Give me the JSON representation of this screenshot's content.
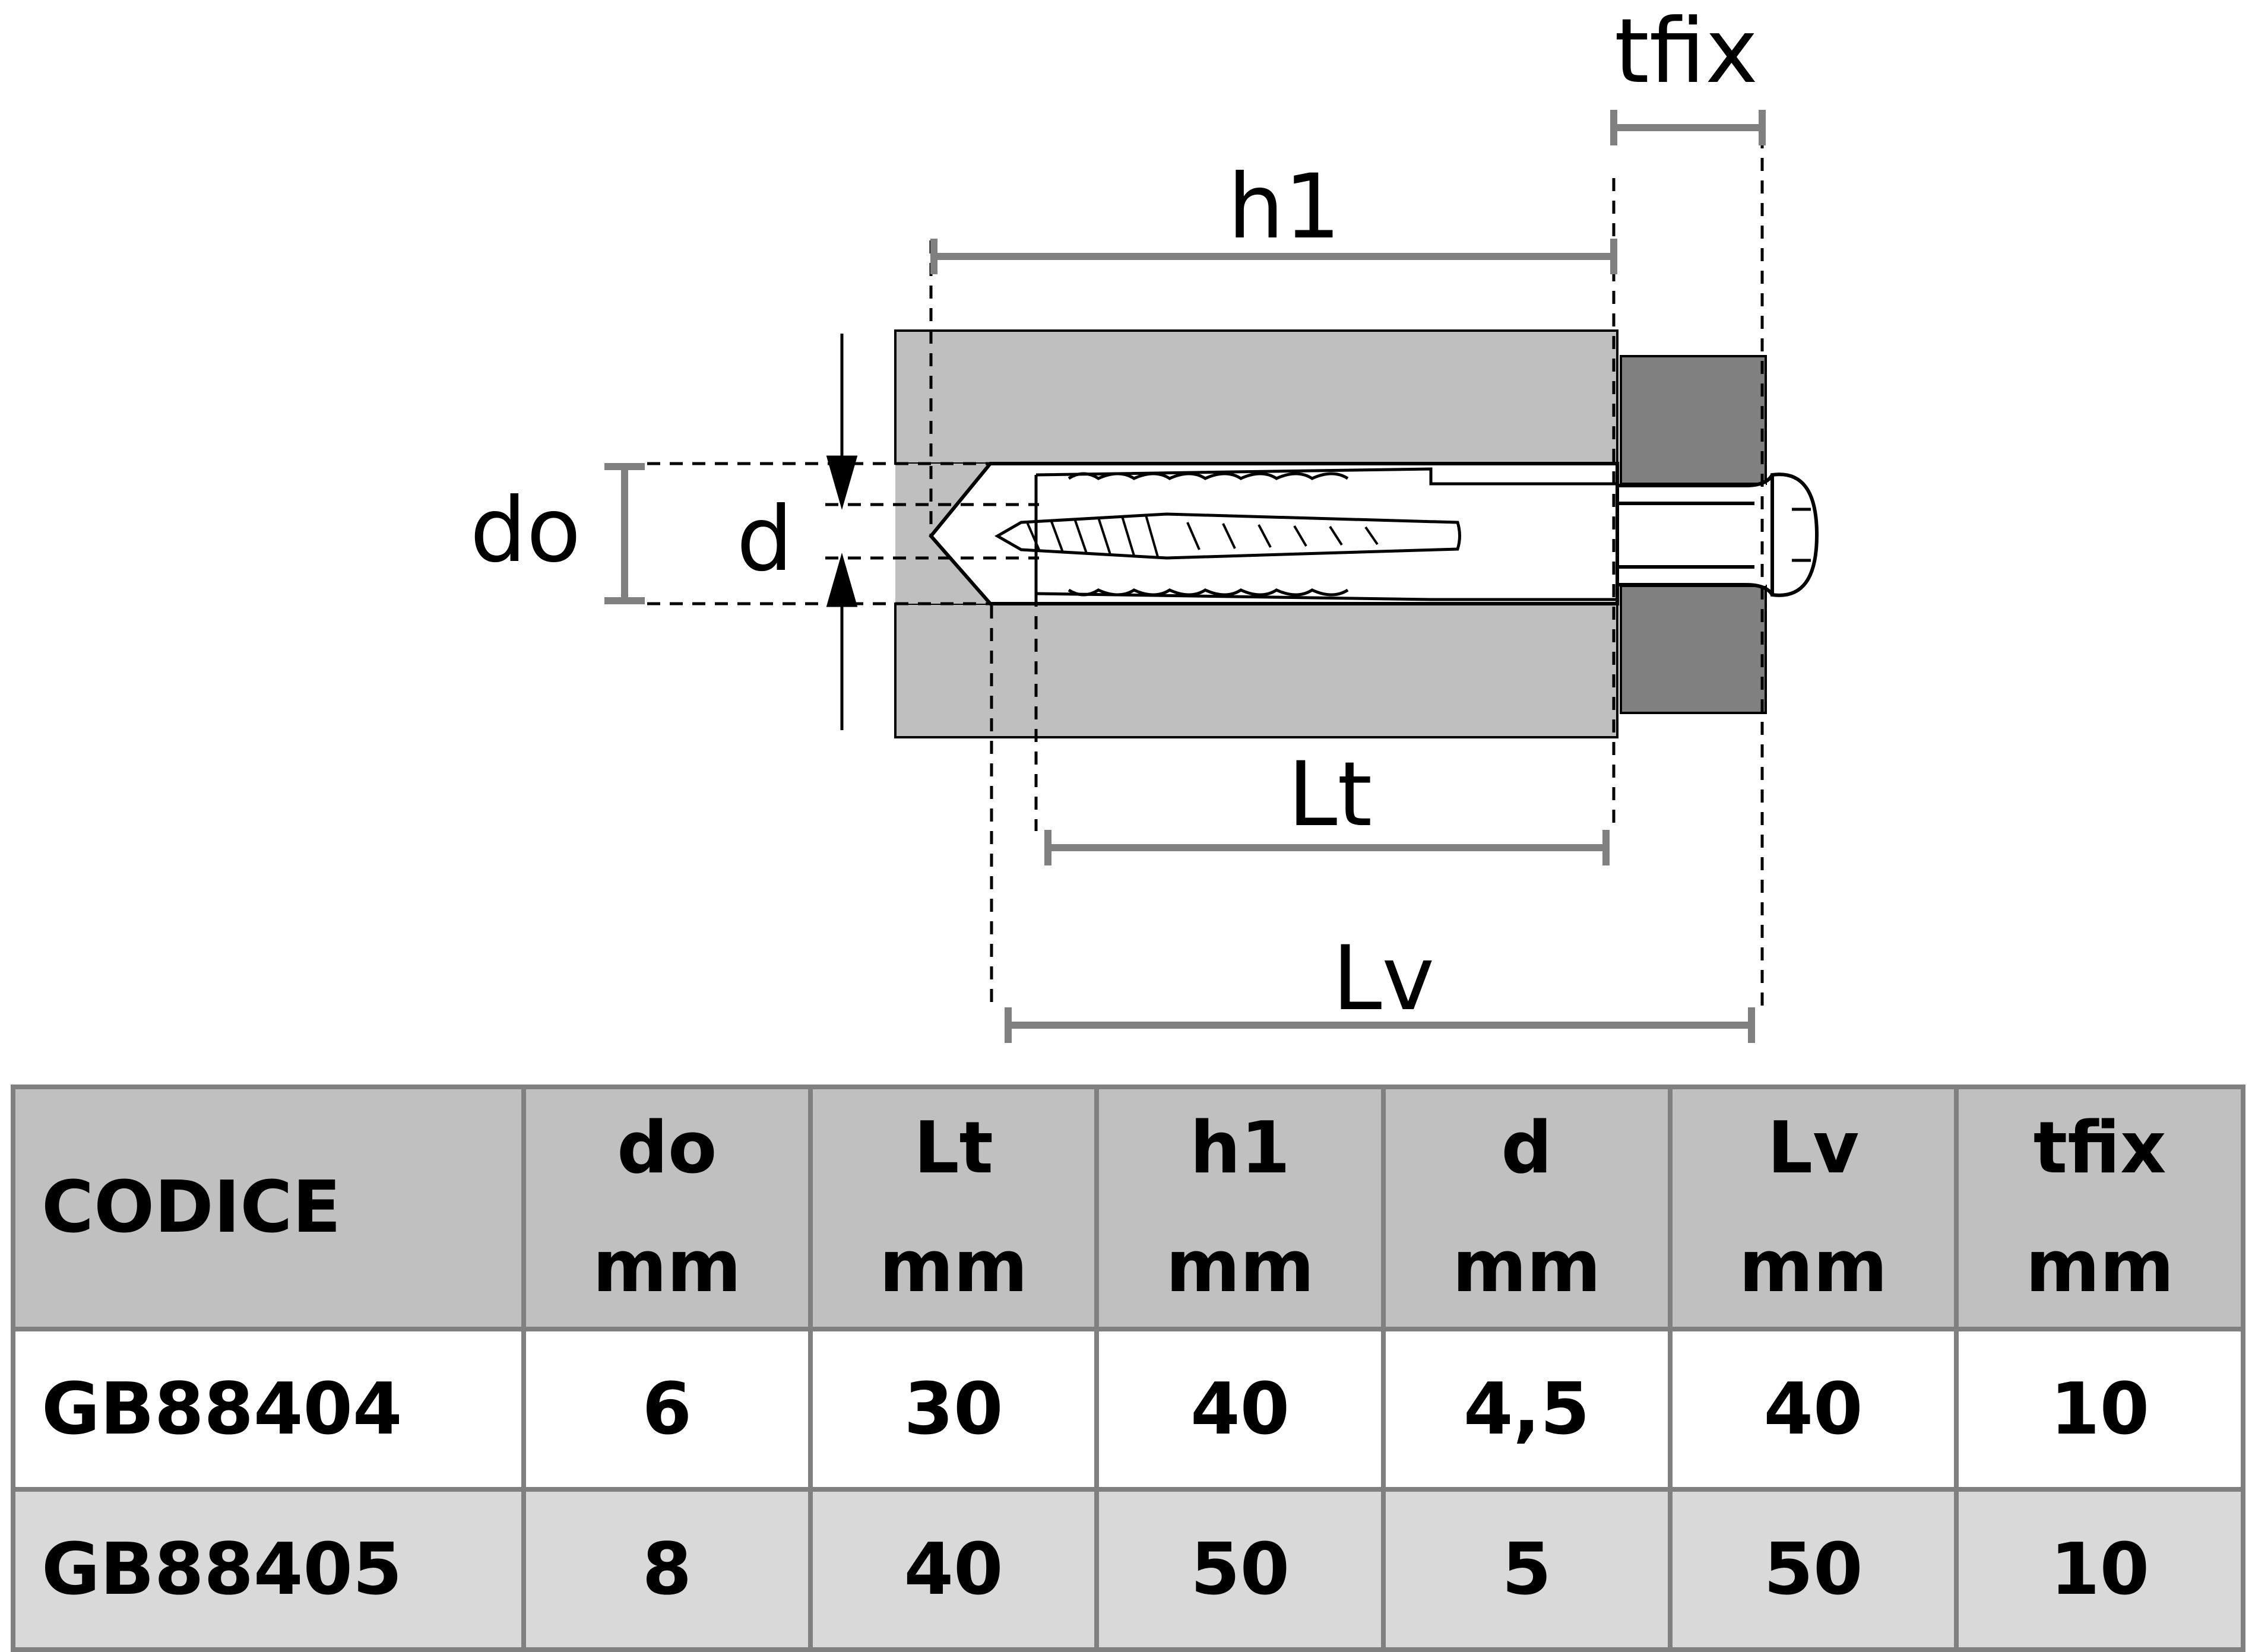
{
  "diagram": {
    "labels": {
      "tfix": "tfix",
      "h1": "h1",
      "do": "do",
      "d": "d",
      "Lt": "Lt",
      "Lv": "Lv"
    },
    "colors": {
      "base_material": "#bfbfbf",
      "fixture": "#808080",
      "dimension_line": "#808080",
      "outline": "#000000"
    }
  },
  "table": {
    "header": {
      "code_label": "CODICE",
      "columns": [
        {
          "name": "do",
          "unit": "mm"
        },
        {
          "name": "Lt",
          "unit": "mm"
        },
        {
          "name": "h1",
          "unit": "mm"
        },
        {
          "name": "d",
          "unit": "mm"
        },
        {
          "name": "Lv",
          "unit": "mm"
        },
        {
          "name": "tfix",
          "unit": "mm"
        }
      ]
    },
    "rows": [
      {
        "code": "GB88404",
        "values": [
          "6",
          "30",
          "40",
          "4,5",
          "40",
          "10"
        ]
      },
      {
        "code": "GB88405",
        "values": [
          "8",
          "40",
          "50",
          "5",
          "50",
          "10"
        ]
      }
    ],
    "colors": {
      "header_bg": "#c0c0c0",
      "row_odd_bg": "#ffffff",
      "row_even_bg": "#d9d9d9",
      "border": "#808080"
    }
  }
}
